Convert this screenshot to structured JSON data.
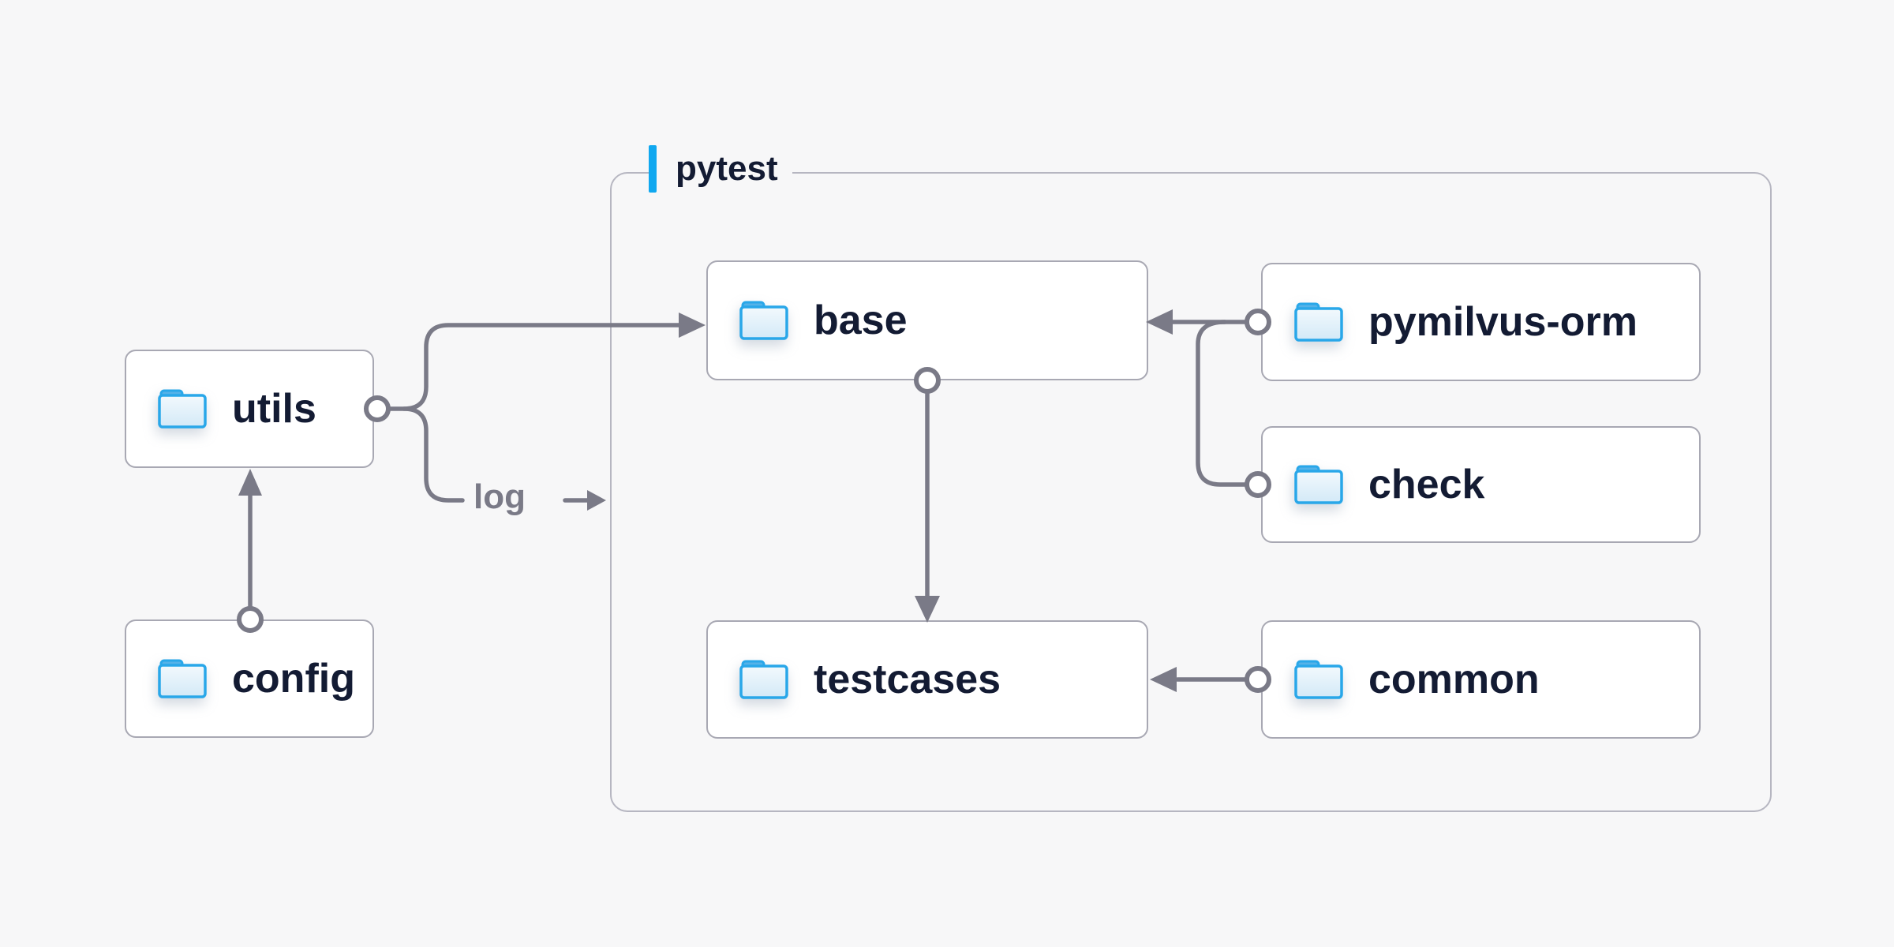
{
  "diagram": {
    "background": "#f7f7f8",
    "group": {
      "label": "pytest",
      "accent_color": "#10a8f0"
    },
    "nodes": [
      {
        "id": "utils",
        "label": "utils"
      },
      {
        "id": "config",
        "label": "config"
      },
      {
        "id": "base",
        "label": "base"
      },
      {
        "id": "pymilvus-orm",
        "label": "pymilvus-orm"
      },
      {
        "id": "check",
        "label": "check"
      },
      {
        "id": "testcases",
        "label": "testcases"
      },
      {
        "id": "common",
        "label": "common"
      }
    ],
    "edges": [
      {
        "from": "config",
        "to": "utils"
      },
      {
        "from": "utils",
        "to": "base"
      },
      {
        "from": "utils",
        "to": "log",
        "label": "log"
      },
      {
        "from": "pymilvus-orm",
        "to": "base"
      },
      {
        "from": "check",
        "to": "base"
      },
      {
        "from": "base",
        "to": "testcases"
      },
      {
        "from": "common",
        "to": "testcases"
      }
    ],
    "annotations": {
      "log_label": "log"
    },
    "colors": {
      "connector": "#7a7a87",
      "node_border": "#a8a8b3",
      "group_border": "#b6b6c1",
      "label_text": "#131b33",
      "folder_blue": "#29a7e9",
      "node_fill": "#ffffff"
    }
  }
}
